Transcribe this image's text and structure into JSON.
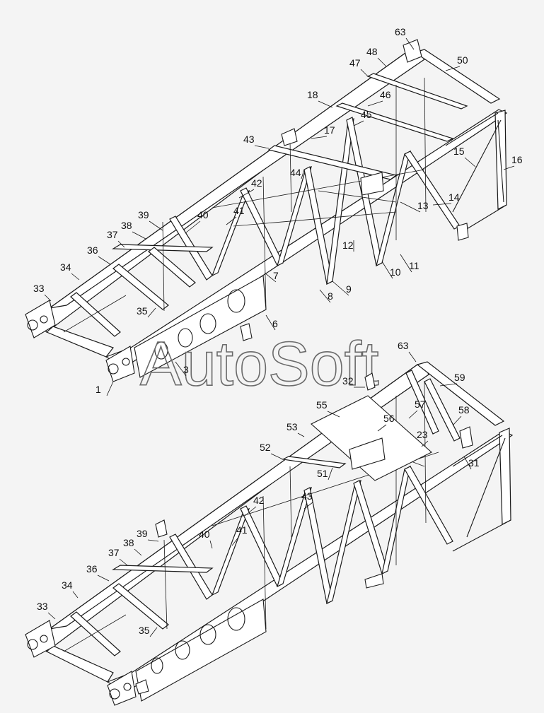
{
  "watermark": "AutoSoft",
  "colors": {
    "background": "#f4f4f4",
    "ink": "#1a1a1a"
  },
  "top_assembly": {
    "callouts": [
      "63",
      "48",
      "50",
      "47",
      "46",
      "18",
      "45",
      "17",
      "43",
      "15",
      "16",
      "44",
      "42",
      "13",
      "14",
      "39",
      "41",
      "40",
      "38",
      "37",
      "12",
      "36",
      "10",
      "11",
      "34",
      "7",
      "9",
      "8",
      "33",
      "35",
      "6",
      "1",
      "3"
    ]
  },
  "bottom_assembly": {
    "callouts": [
      "63",
      "59",
      "32",
      "57",
      "55",
      "56",
      "58",
      "53",
      "23",
      "52",
      "31",
      "51",
      "42",
      "43",
      "39",
      "40",
      "41",
      "38",
      "37",
      "36",
      "34",
      "33",
      "35"
    ]
  }
}
